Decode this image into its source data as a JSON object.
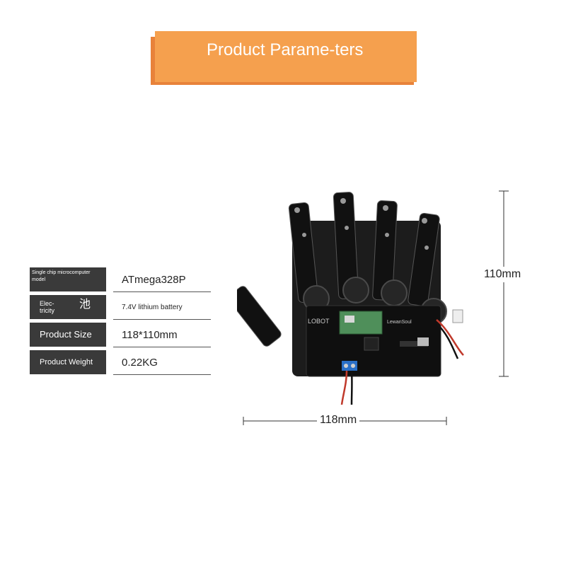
{
  "banner": {
    "title": "Product Parame-ters"
  },
  "params": [
    {
      "label": "Single chip microcomputer model",
      "extra": "",
      "value": "ATmega328P"
    },
    {
      "label": "Elec-tricity",
      "extra": "池",
      "value": "7.4V lithium battery"
    },
    {
      "label": "Product Size",
      "extra": "",
      "value": "118*110mm"
    },
    {
      "label": "Product Weight",
      "extra": "",
      "value": "0.22KG"
    }
  ],
  "dimensions": {
    "height": "110mm",
    "width": "118mm"
  },
  "board": {
    "brand_left": "LOBOT",
    "brand_right": "LewanSoul"
  },
  "colors": {
    "banner": "#f5a04e",
    "banner_shadow": "#e8823a",
    "label_bg": "#3a3a3a"
  }
}
